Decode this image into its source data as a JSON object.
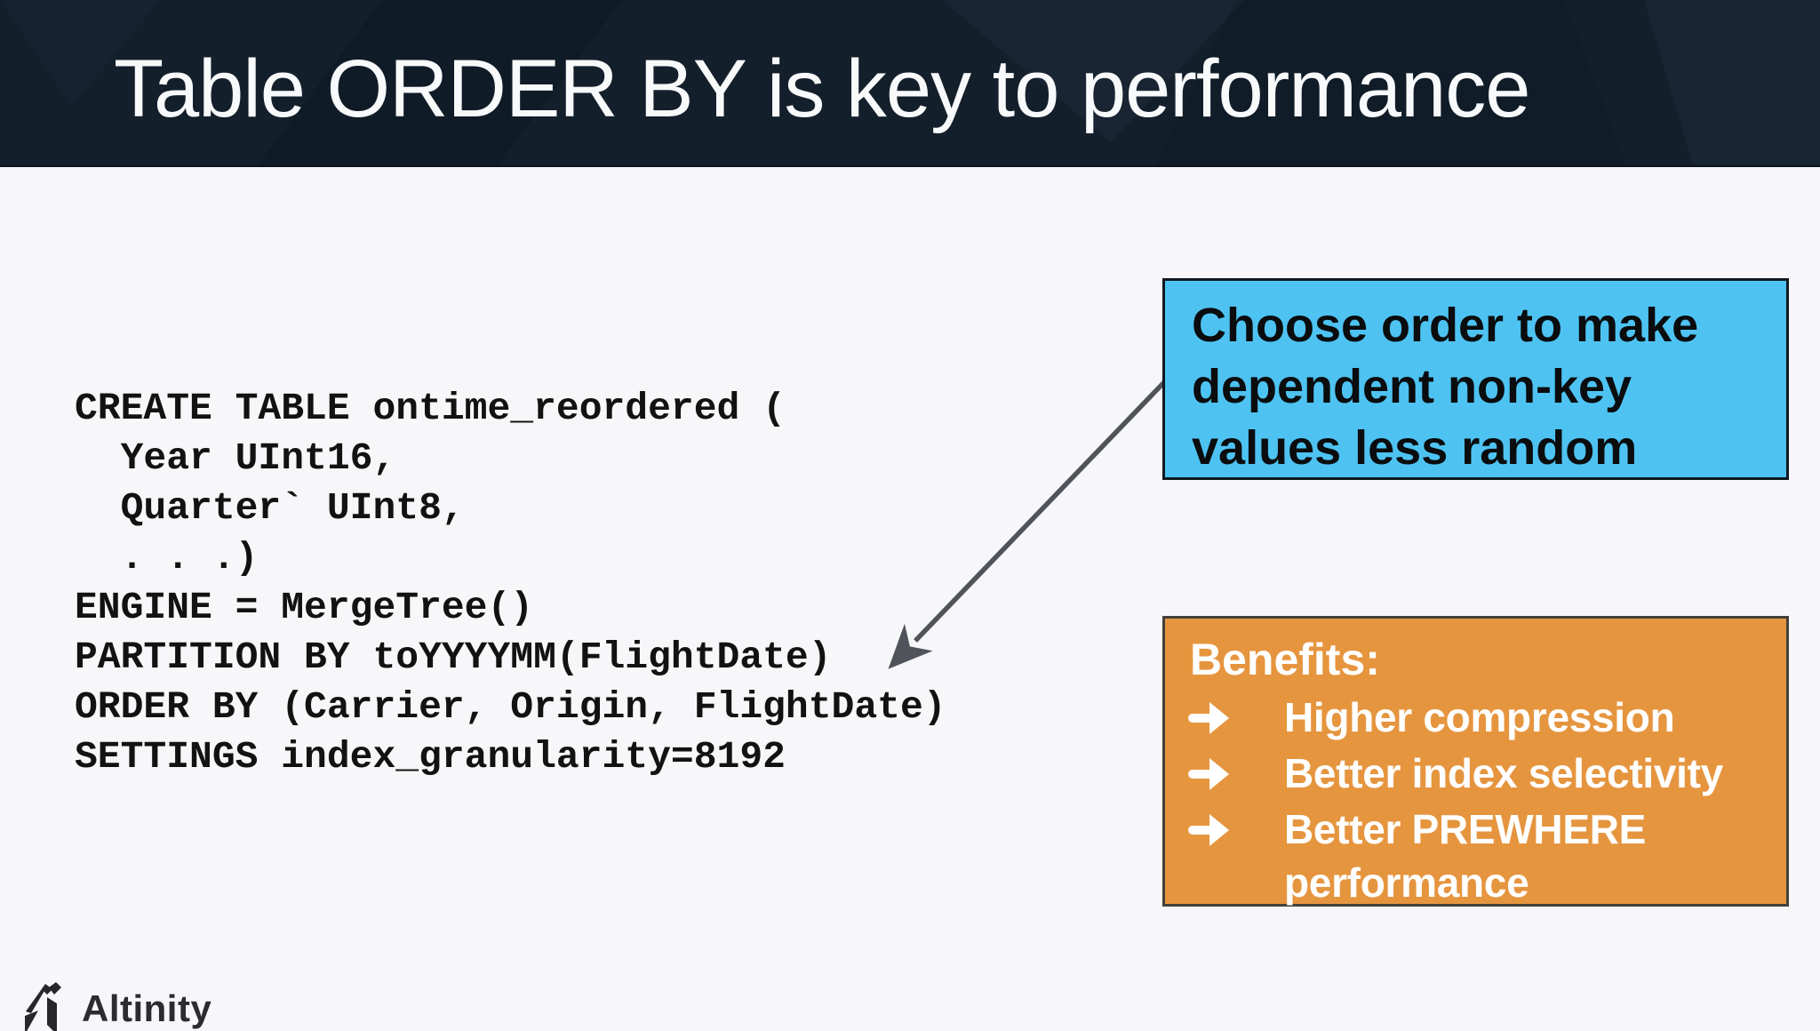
{
  "header": {
    "title": "Table ORDER BY is key to performance"
  },
  "code_block": {
    "lines": [
      "CREATE TABLE ontime_reordered (",
      "  Year UInt16,",
      "  Quarter` UInt8,",
      "  . . .)",
      "ENGINE = MergeTree()",
      "PARTITION BY toYYYYMM(FlightDate)",
      "ORDER BY (Carrier, Origin, FlightDate)",
      "SETTINGS index_granularity=8192"
    ]
  },
  "blue_callout": {
    "text": "Choose order to make dependent non-key values less random",
    "bg_color": "#4EC3F2",
    "border_color": "#10181F",
    "text_color": "#0A0C0E"
  },
  "benefits_box": {
    "heading": "Benefits:",
    "items": [
      "Higher compression",
      "Better index selectivity",
      "Better PREWHERE performance"
    ],
    "bullet_icon": "arrow-right-icon",
    "bg_color": "#E6953F",
    "border_color": "#44403B",
    "text_color": "#FFFFFF"
  },
  "annotation_arrow": {
    "color": "#50545A",
    "from": "blue-callout-left-edge",
    "to": "code-line-partition-by"
  },
  "footer": {
    "logo_text": "Altinity"
  },
  "theme": {
    "header_bg": "#131F2B",
    "body_bg": "#F7F7F9",
    "title_color": "#F8F9FA",
    "code_color": "#121212"
  }
}
